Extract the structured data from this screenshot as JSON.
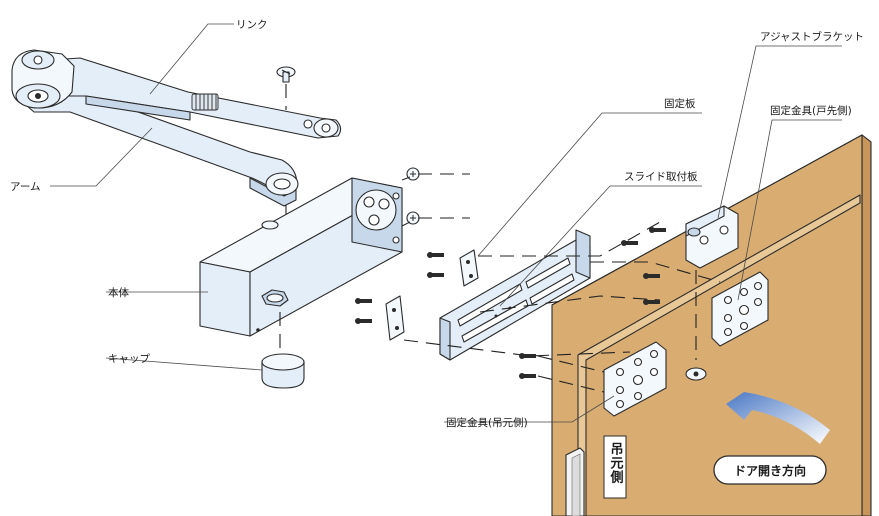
{
  "labels": {
    "link": "リンク",
    "arm": "アーム",
    "body": "本体",
    "cap": "キャップ",
    "fixed_plate": "固定板",
    "slide_plate": "スライド取付板",
    "adjust_bracket": "アジャストブラケット",
    "fitting_door": "固定金具(戸先側)",
    "fitting_hinge": "固定金具(吊元側)",
    "hinge_side": "吊元側",
    "door_direction": "ドア開き方向"
  },
  "colors": {
    "part_fill": "#e4eef8",
    "part_shade": "#c7d8ea",
    "outline": "#2b2b2b",
    "door_wood": "#d9ad72",
    "door_edge": "#c8955a",
    "arrow_blue": "#4a78c4"
  }
}
